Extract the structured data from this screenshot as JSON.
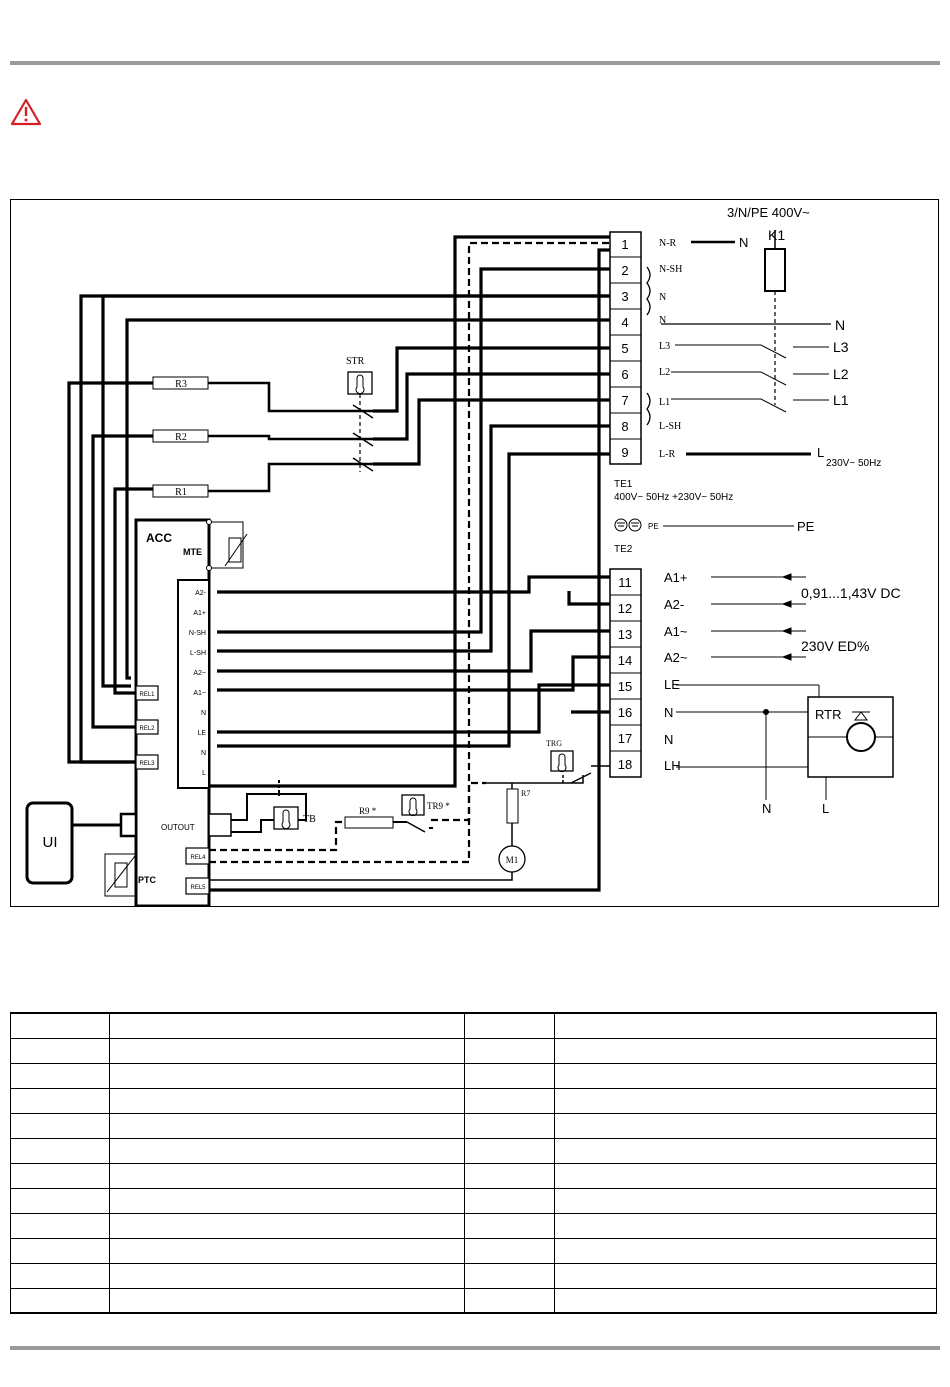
{
  "supply": {
    "three_phase": "3/N/PE 400V~",
    "contactor": "K1",
    "single_phase": "230V~ 50Hz",
    "te1_label": "TE1",
    "te1_rating": "400V~ 50Hz +230V~ 50Hz",
    "te2_label": "TE2",
    "control_dc": "0,91...1,43V DC",
    "control_ed": "230V ED%"
  },
  "te1_terminals": [
    {
      "num": "1",
      "label": "N-R"
    },
    {
      "num": "2",
      "label": "N-SH"
    },
    {
      "num": "3",
      "label": "N"
    },
    {
      "num": "4",
      "label": "N"
    },
    {
      "num": "5",
      "label": "L3"
    },
    {
      "num": "6",
      "label": "L2"
    },
    {
      "num": "7",
      "label": "L1"
    },
    {
      "num": "8",
      "label": "L-SH"
    },
    {
      "num": "9",
      "label": "L-R"
    }
  ],
  "te2_terminals": [
    {
      "num": "11",
      "label": "A1+"
    },
    {
      "num": "12",
      "label": "A2-"
    },
    {
      "num": "13",
      "label": "A1~"
    },
    {
      "num": "14",
      "label": "A2~"
    },
    {
      "num": "15",
      "label": "LE"
    },
    {
      "num": "16",
      "label": "N"
    },
    {
      "num": "17",
      "label": "N"
    },
    {
      "num": "18",
      "label": "LH"
    }
  ],
  "supply_lines": {
    "n_out": "N",
    "n_mains": "N",
    "l3": "L3",
    "l2": "L2",
    "l1": "L1",
    "l_single": "L",
    "pe_left": "PE",
    "pe_right": "PE"
  },
  "components": {
    "str": "STR",
    "r3": "R3",
    "r2": "R2",
    "r1": "R1",
    "acc": "ACC",
    "mte": "MTE",
    "ui": "UI",
    "ptc": "PTC",
    "output": "OUTOUT",
    "tb": "TB",
    "r9": "R9 *",
    "tr9": "TR9 *",
    "r7": "R7",
    "m1": "M1",
    "trg": "TRG",
    "rtr": "RTR",
    "rtr_n": "N",
    "rtr_l": "L"
  },
  "acc_pins": [
    "A2-",
    "A1+",
    "N-SH",
    "L-SH",
    "A2~",
    "A1~",
    "N",
    "LE",
    "N",
    "L"
  ],
  "relays": [
    "REL1",
    "REL2",
    "REL3"
  ],
  "lower_connectors": [
    "REL4",
    "REL5"
  ],
  "legend_rows": [
    [
      "",
      "",
      "",
      ""
    ],
    [
      "",
      "",
      "",
      ""
    ],
    [
      "",
      "",
      "",
      ""
    ],
    [
      "",
      "",
      "",
      ""
    ],
    [
      "",
      "",
      "",
      ""
    ],
    [
      "",
      "",
      "",
      ""
    ],
    [
      "",
      "",
      "",
      ""
    ],
    [
      "",
      "",
      "",
      ""
    ],
    [
      "",
      "",
      "",
      ""
    ],
    [
      "",
      "",
      "",
      ""
    ],
    [
      "",
      "",
      "",
      ""
    ],
    [
      "",
      "",
      "",
      ""
    ]
  ]
}
